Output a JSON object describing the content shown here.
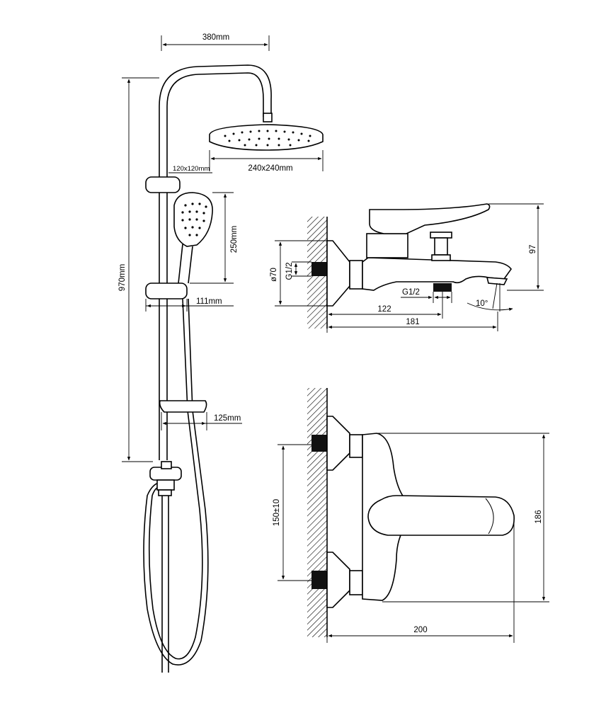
{
  "shower_column": {
    "rail_width_label": "380mm",
    "head_size_label": "240x240mm",
    "hand_shower_size_label": "120x120mm",
    "height_label": "970mm",
    "hand_shower_length_label": "250mm",
    "slider_offset_label": "111mm",
    "soap_dish_offset_label": "125mm"
  },
  "mixer_side": {
    "flange_diameter_label": "ø70",
    "inlet_thread_label": "G1/2",
    "outlet_thread_label": "G1/2",
    "height_label": "97",
    "outlet_distance_label": "122",
    "spout_length_label": "181",
    "spout_angle_label": "10°"
  },
  "mixer_top": {
    "centers_label": "150±10",
    "height_label": "186",
    "depth_label": "200"
  },
  "colors": {
    "line": "#000000",
    "hatch": "#000000",
    "background": "#ffffff"
  }
}
